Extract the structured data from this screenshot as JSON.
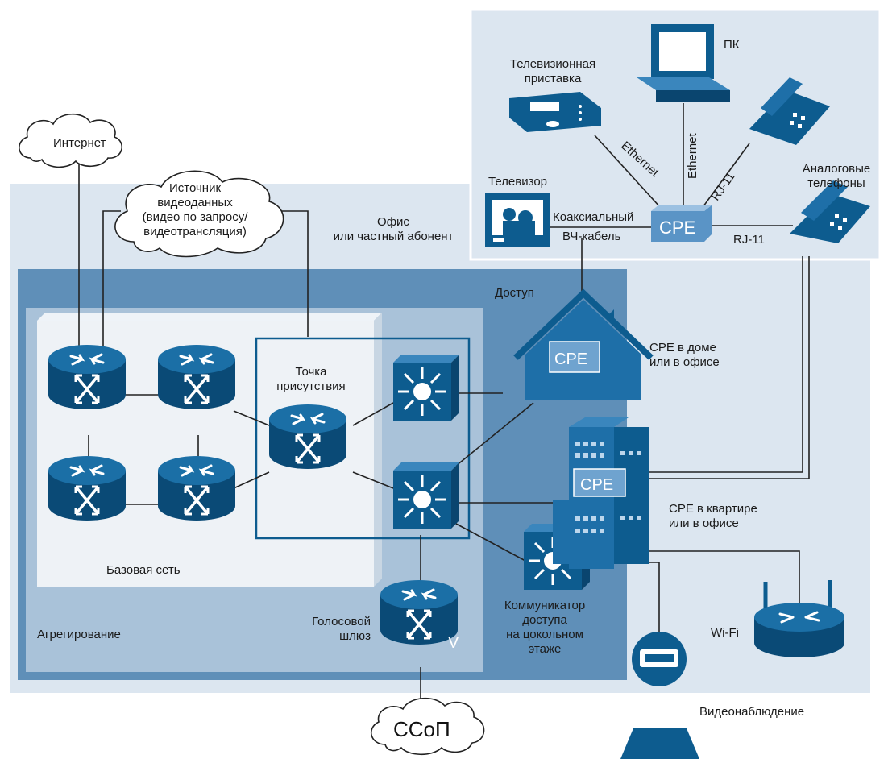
{
  "labels": {
    "internet": "Интернет",
    "video_source": [
      "Источник",
      "видеоданных",
      "(видео по запросу/",
      "видеотрансляция)"
    ],
    "office": [
      "Офис",
      "или частный абонент"
    ],
    "access": "Доступ",
    "pop": [
      "Точка",
      "присутствия"
    ],
    "core": "Базовая сеть",
    "aggregation": "Агрегирование",
    "voice_gw": [
      "Голосовой",
      "шлюз"
    ],
    "pstn": "ССоП",
    "cpe_house": [
      "CPE в доме",
      "или в офисе"
    ],
    "cpe_apartment": [
      "CPE в квартире",
      "или в офисе"
    ],
    "access_switch": [
      "Коммуникатор",
      "доступа",
      "на цокольном",
      "этаже"
    ],
    "wifi": "Wi-Fi",
    "video_surveillance": "Видеонаблюдение",
    "pc": "ПК",
    "stb": [
      "Телевизионная",
      "приставка"
    ],
    "tv": "Телевизор",
    "analog_phones": [
      "Аналоговые",
      "телефоны"
    ],
    "ethernet_1": "Ethernet",
    "ethernet_2": "Ethernet",
    "rj11_1": "RJ-11",
    "rj11_2": "RJ-11",
    "coax": [
      "Коаксиальный",
      "ВЧ-кабель"
    ],
    "cpe": "CPE",
    "cpe_house_badge": "CPE",
    "cpe_building_badge": "CPE",
    "voice_v": "V"
  },
  "icons": [
    "router-icon",
    "multilayer-switch-icon",
    "house-icon",
    "building-icon",
    "cloud-icon",
    "pc-icon",
    "phone-icon",
    "tv-icon",
    "set-top-box-icon",
    "wifi-router-icon",
    "camera-icon"
  ],
  "colors": {
    "outer_zone": "#dce6f0",
    "access_zone": "#5f8fb8",
    "aggregation_zone": "#a9c2d9",
    "core_zone": "#eef2f6",
    "device_blue": "#0d5c8f",
    "device_dark": "#0a4670",
    "cpe_badge": "#6fa3cf"
  }
}
